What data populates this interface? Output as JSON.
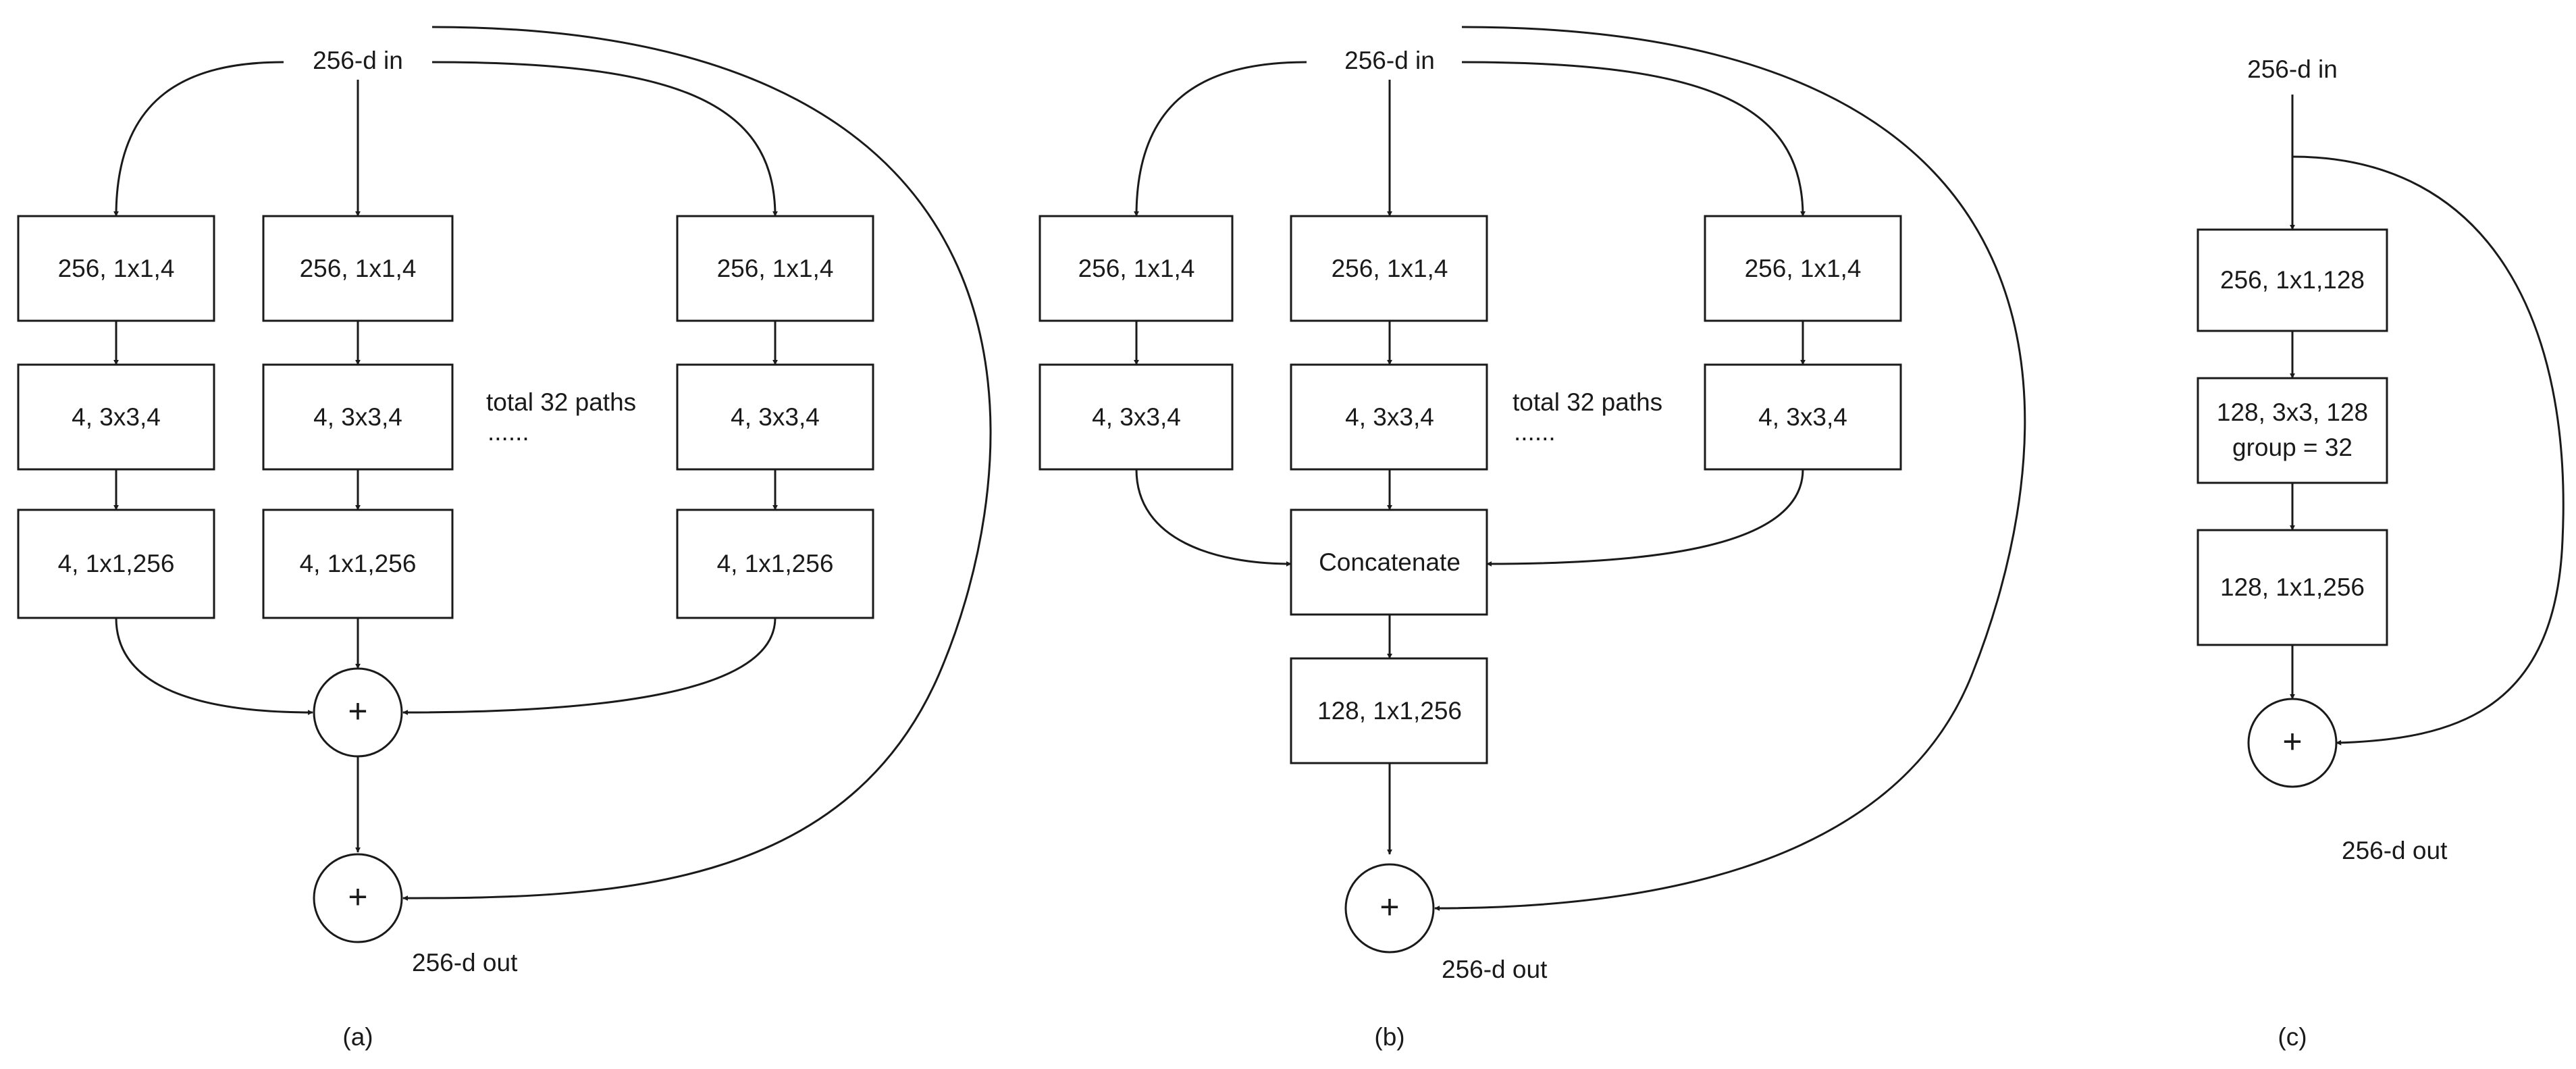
{
  "panels": [
    {
      "caption": "(a)",
      "input_label": "256-d in",
      "output_label": "256-d out",
      "paths_note": "total 32 paths",
      "ellipsis": "......",
      "plus_symbol": "+",
      "left_path": [
        "256, 1x1,4",
        "4, 3x3,4",
        "4, 1x1,256"
      ],
      "middle_path": [
        "256, 1x1,4",
        "4, 3x3,4",
        "4, 1x1,256"
      ],
      "right_path": [
        "256, 1x1,4",
        "4, 3x3,4",
        "4, 1x1,256"
      ]
    },
    {
      "caption": "(b)",
      "input_label": "256-d in",
      "output_label": "256-d out",
      "paths_note": "total 32 paths",
      "ellipsis": "......",
      "plus_symbol": "+",
      "left_path": [
        "256, 1x1,4",
        "4, 3x3,4"
      ],
      "middle_path": [
        "256, 1x1,4",
        "4, 3x3,4"
      ],
      "right_path": [
        "256, 1x1,4",
        "4, 3x3,4"
      ],
      "concat_label": "Concatenate",
      "after_concat": "128, 1x1,256"
    },
    {
      "caption": "(c)",
      "input_label": "256-d in",
      "output_label": "256-d out",
      "plus_symbol": "+",
      "blocks": [
        [
          "256, 1x1,128"
        ],
        [
          "128, 3x3, 128",
          "group = 32"
        ],
        [
          "128, 1x1,256"
        ]
      ]
    }
  ],
  "colors": {
    "line": "#1a1a1a",
    "background": "#ffffff"
  }
}
